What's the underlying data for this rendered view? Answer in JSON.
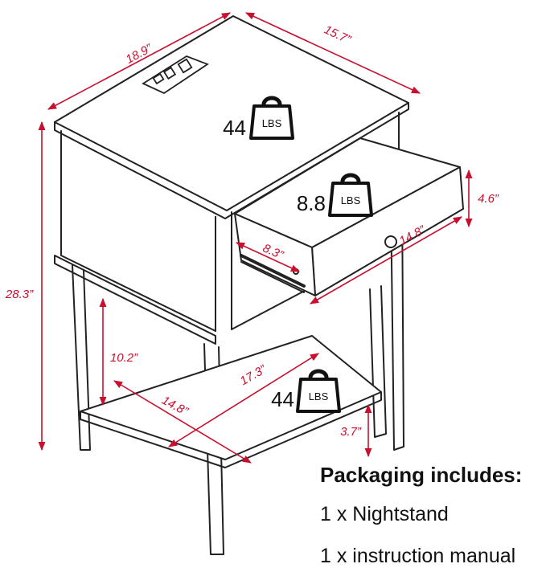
{
  "colors": {
    "dimension": "#c8102e",
    "outline": "#222222",
    "text": "#111111"
  },
  "dimensions": {
    "top_width": "18.9”",
    "top_depth": "15.7”",
    "overall_height": "28.3”",
    "drawer_height": "4.6”",
    "drawer_width": "14.8”",
    "drawer_depth": "8.3”",
    "shelf_clearance": "10.2”",
    "shelf_width": "14.8”",
    "shelf_depth": "17.3”",
    "shelf_ground_clearance": "3.7”"
  },
  "weights": [
    {
      "value": "44",
      "unit": "LBS"
    },
    {
      "value": "8.8",
      "unit": "LBS"
    },
    {
      "value": "44",
      "unit": "LBS"
    }
  ],
  "icons": [
    "power-outlet-icon",
    "weight-icon"
  ],
  "packaging": {
    "title": "Packaging includes:",
    "items": [
      "1 x Nightstand",
      "1 x instruction manual"
    ]
  }
}
